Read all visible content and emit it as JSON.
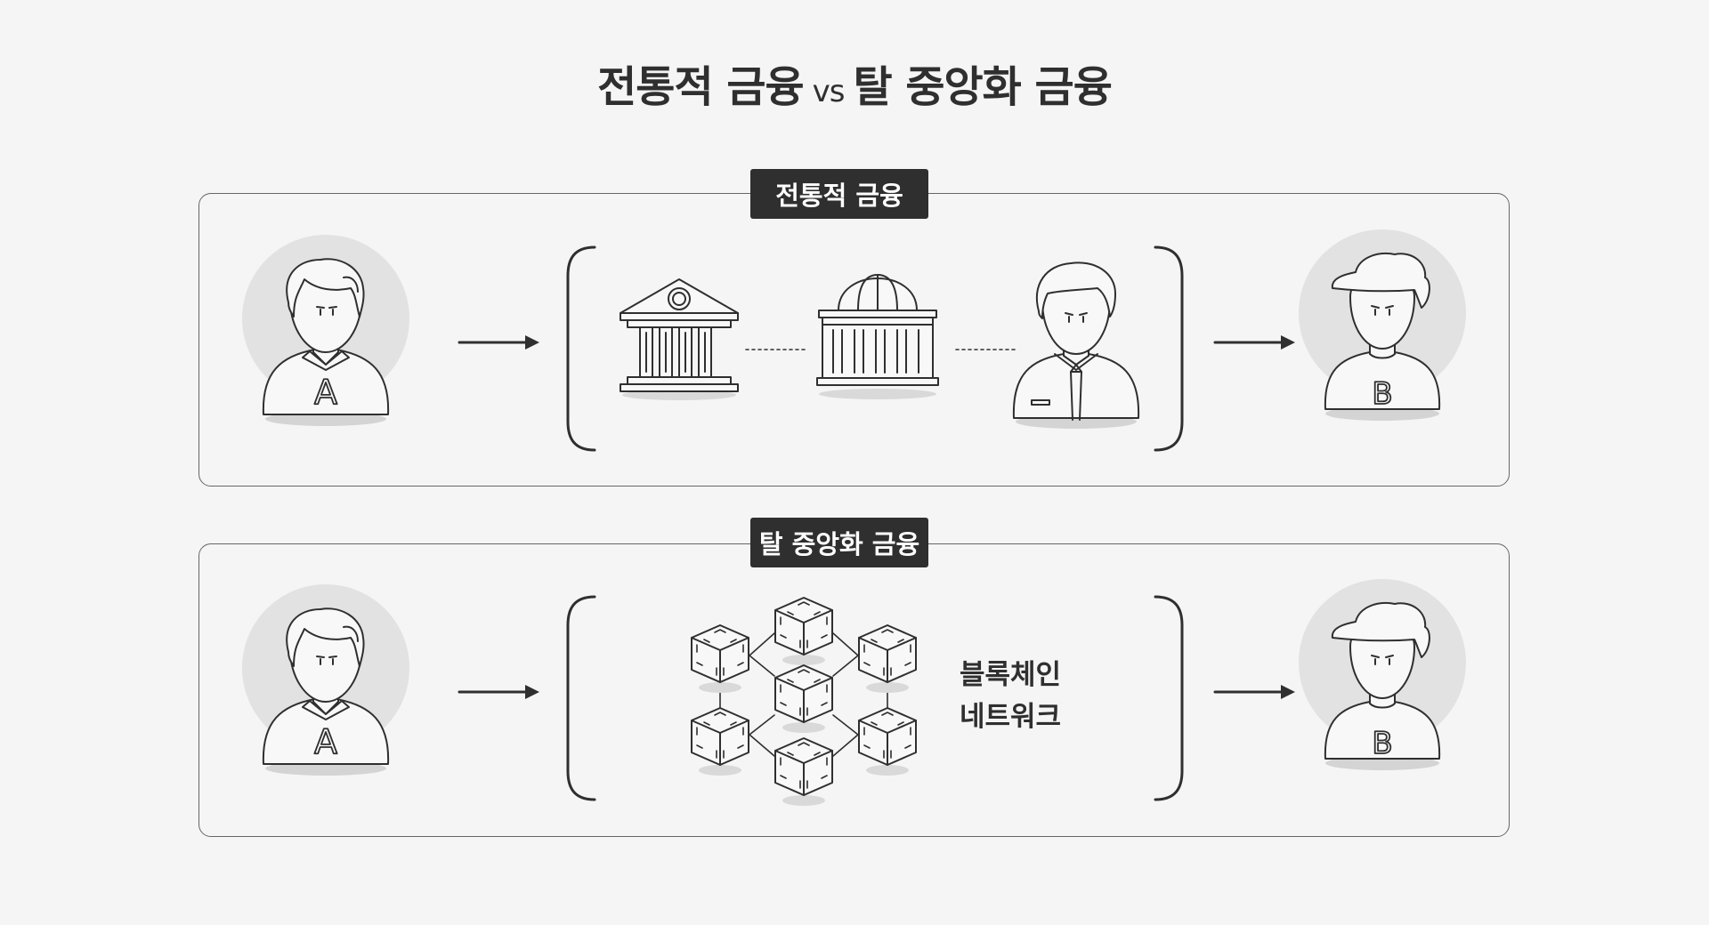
{
  "title": {
    "part1": "전통적 금융",
    "vs": "vs",
    "part2": "탈 중앙화 금융"
  },
  "traditional": {
    "label": "전통적 금융",
    "sender": "A",
    "receiver": "B"
  },
  "decentralized": {
    "label": "탈 중앙화 금융",
    "sender": "A",
    "receiver": "B",
    "network_line1": "블록체인",
    "network_line2": "네트워크"
  },
  "colors": {
    "background": "#f5f5f5",
    "stroke": "#2f2f2f",
    "circle": "#e2e2e2",
    "label_bg": "#2f2f2f"
  },
  "icons": [
    "person-a-icon",
    "bank-icon",
    "dome-building-icon",
    "banker-icon",
    "person-b-icon",
    "blockchain-icon",
    "arrow-right-icon"
  ]
}
